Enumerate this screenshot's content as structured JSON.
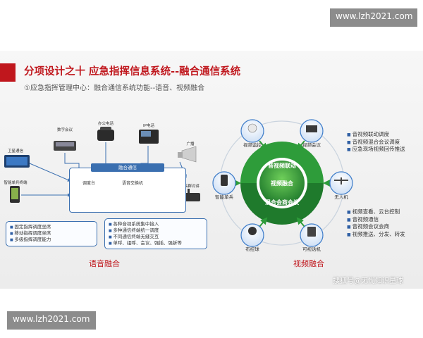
{
  "watermarks": {
    "top": "www.lzh2021.com",
    "bottom": "www.lzh2021.com"
  },
  "slide": {
    "title": "分项设计之十  应急指挥信息系统--融合通信系统",
    "subtitle": "①应急指挥管理中心：融合通信系统功能--语音、视频融合",
    "source": "搜狐号@无忧知识星球"
  },
  "voice": {
    "caption": "语音融合",
    "hub_title": "融合通信",
    "dispatch_label": "调度台",
    "switch_label": "语音交换机",
    "devices": {
      "digital_conf": "数字会议",
      "office_phone": "办公电话",
      "ip_phone": "IP电话",
      "satellite": "卫星通信",
      "smart_terminal": "智能单兵终端",
      "broadcast": "广播",
      "trunk": "集群对讲"
    },
    "notes_left": [
      "固定指挥调度坐席",
      "移动指挥调度坐席",
      "多级指挥调度能力"
    ],
    "notes_right": [
      "各种音视系统集中接入",
      "多种通信终端统一调度",
      "不同通信终端无缝交互",
      "单呼、组呼、会议、强插、强拆等"
    ]
  },
  "video": {
    "caption": "视频融合",
    "center_label": "视频融合",
    "ring_top": "音视频联动",
    "ring_bottom": "混合会商会议",
    "nodes": {
      "surveillance": "视频监控",
      "video_conf": "视频会议",
      "drone": "无人机",
      "soldier": "智能单兵",
      "deploy_ball": "布控球",
      "handheld": "可视话机"
    },
    "bullets_top": [
      "音视频联动调度",
      "音视频混合会议调度",
      "应急现场视频回传推送"
    ],
    "bullets_bottom": [
      "视频查看、云台控制",
      "音视频通信",
      "音视频会议会商",
      "视频推送、分发、转发"
    ]
  },
  "colors": {
    "brand_red": "#c0171d",
    "accent_blue": "#2f5fa4",
    "center_green": "#2e9c3a",
    "center_dark_green": "#1f7a2c",
    "node_blue": "#3d7cc9"
  }
}
